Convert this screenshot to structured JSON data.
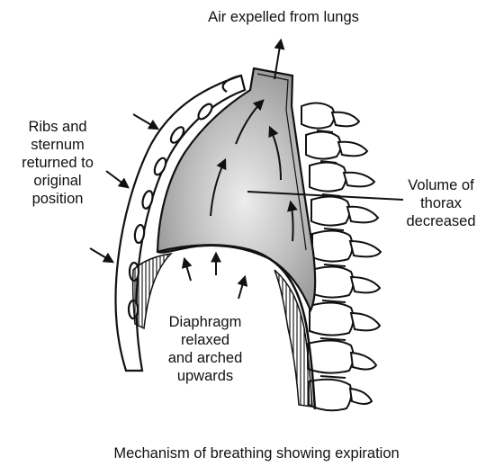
{
  "labels": {
    "air_expelled": "Air expelled from lungs",
    "ribs_sternum": [
      "Ribs and",
      "sternum",
      "returned to",
      "original",
      "position"
    ],
    "volume_thorax": [
      "Volume of",
      "thorax",
      "decreased"
    ],
    "diaphragm": [
      "Diaphragm",
      "relaxed",
      "and arched",
      "upwards"
    ]
  },
  "caption": "Mechanism of breathing showing expiration",
  "colors": {
    "ink": "#111111",
    "cavity_fill": "#a9a9a9",
    "cavity_light": "#e6e6e6",
    "background": "#ffffff"
  }
}
